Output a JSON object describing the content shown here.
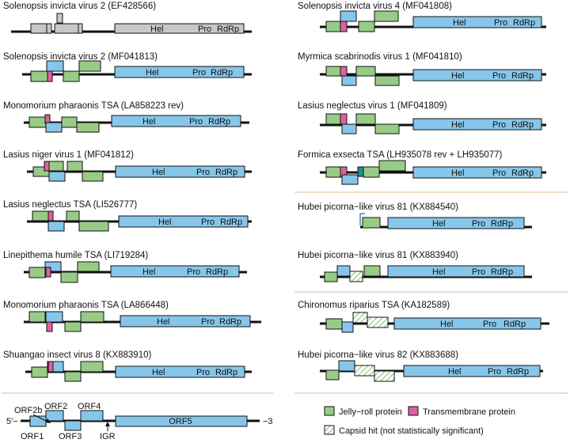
{
  "colors": {
    "jelly": "#98cc86",
    "membrane": "#e0609f",
    "capsid_hatch": "#7fbf6a",
    "polyprotein": "#86c6ea",
    "gray": "#c8c8c8",
    "teal": "#1f8f8f",
    "backbone": "#111111",
    "separator_left": "#bfbfbf",
    "separator_right": "#e0b89a"
  },
  "rows": [
    {
      "title": "Solenopsis invicta virus 2 (EF428566)",
      "labels": [
        "Hel",
        "Pro",
        "RdRp"
      ]
    },
    {
      "title": "Solenopsis invicta virus 2 (MF041813)",
      "labels": [
        "Hel",
        "Pro",
        "RdRp"
      ]
    },
    {
      "title": "Monomorium pharaonis TSA (LA858223 rev)",
      "labels": [
        "Hel",
        "Pro",
        "RdRp"
      ]
    },
    {
      "title": "Lasius niger virus 1 (MF041812)",
      "labels": [
        "Hel",
        "Pro",
        "RdRp"
      ]
    },
    {
      "title": "Lasius neglectus TSA (LI526777)",
      "labels": [
        "Hel",
        "Pro",
        "RdRp"
      ]
    },
    {
      "title": "Linepithema humile TSA (LI719284)",
      "labels": [
        "Hel",
        "Pro",
        "RdRp"
      ]
    },
    {
      "title": "Monomorium pharaonis TSA (LA866448)",
      "labels": [
        "Hel",
        "Pro",
        "RdRp"
      ]
    },
    {
      "title": "Shuangao insect virus 8 (KX883910)",
      "labels": [
        "Hel",
        "Pro",
        "RdRp"
      ]
    },
    {
      "title": "Solenopsis invicta virus 4 (MF041808)",
      "labels": [
        "Hel",
        "Pro",
        "RdRp"
      ]
    },
    {
      "title": "Myrmica scabrinodis virus 1 (MF041810)",
      "labels": [
        "Hel",
        "Pro",
        "RdRp"
      ]
    },
    {
      "title": "Lasius neglectus virus 1 (MF041809)",
      "labels": [
        "Hel",
        "Pro",
        "RdRp"
      ]
    },
    {
      "title": "Formica exsecta TSA (LH935078 rev + LH935077)",
      "labels": [
        "Hel",
        "Pro",
        "RdRp"
      ]
    },
    {
      "title": "Hubei picorna−like virus 81 (KX884540)",
      "labels": [
        "Hel",
        "Pro",
        "RdRp"
      ]
    },
    {
      "title": "Hubei picorna−like virus 81 (KX883940)",
      "labels": [
        "Hel",
        "Pro",
        "RdRp"
      ]
    },
    {
      "title": "Chironomus riparius TSA (KA182589)",
      "labels": [
        "Hel",
        "Pro",
        "RdRp"
      ]
    },
    {
      "title": "Hubei picorna−like virus 82 (KX883688)",
      "labels": [
        "Hel",
        "Pro",
        "RdRp"
      ]
    }
  ],
  "key": {
    "five_prime": "5′−",
    "three_prime": "−3",
    "orf1": "ORF1",
    "orf2b": "ORF2b",
    "orf2": "ORF2",
    "orf3": "ORF3",
    "orf4": "ORF4",
    "orf5": "ORF5",
    "igr": "IGR"
  },
  "legend": {
    "jelly": "Jelly−roll protein",
    "membrane": "Transmembrane protein",
    "capsid": "Capsid hit (not statistically significant)"
  }
}
